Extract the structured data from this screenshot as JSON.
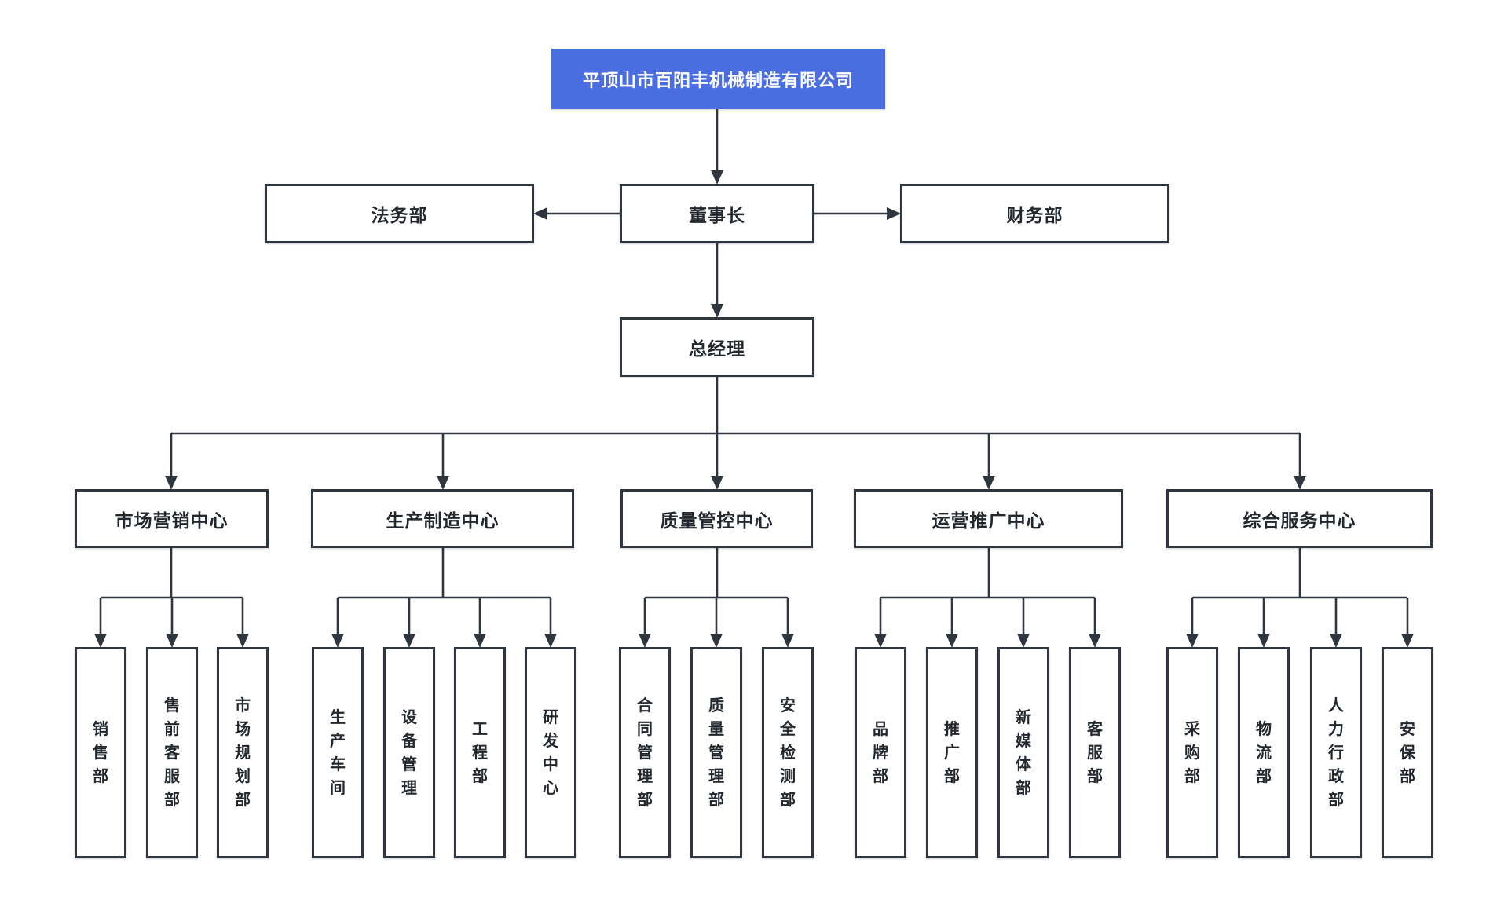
{
  "colors": {
    "canvas_bg": "#ffffff",
    "root_bg": "#4a6de2",
    "root_text": "#ffffff",
    "box_bg": "#ffffff",
    "box_border": "#2f3640",
    "line": "#2f3640",
    "text": "#23282e"
  },
  "nodes": {
    "company": {
      "label": "平顶山市百阳丰机械制造有限公司"
    },
    "chairman": {
      "label": "董事长"
    },
    "legal": {
      "label": "法务部"
    },
    "finance": {
      "label": "财务部"
    },
    "general_manager": {
      "label": "总经理"
    }
  },
  "centers": [
    {
      "label": "市场营销中心",
      "children": [
        "销售部",
        "售前客服部",
        "市场规划部"
      ]
    },
    {
      "label": "生产制造中心",
      "children": [
        "生产车间",
        "设备管理",
        "工程部",
        "研发中心"
      ]
    },
    {
      "label": "质量管控中心",
      "children": [
        "合同管理部",
        "质量管理部",
        "安全检测部"
      ]
    },
    {
      "label": "运营推广中心",
      "children": [
        "品牌部",
        "推广部",
        "新媒体部",
        "客服部"
      ]
    },
    {
      "label": "综合服务中心",
      "children": [
        "采购部",
        "物流部",
        "人力行政部",
        "安保部"
      ]
    }
  ]
}
